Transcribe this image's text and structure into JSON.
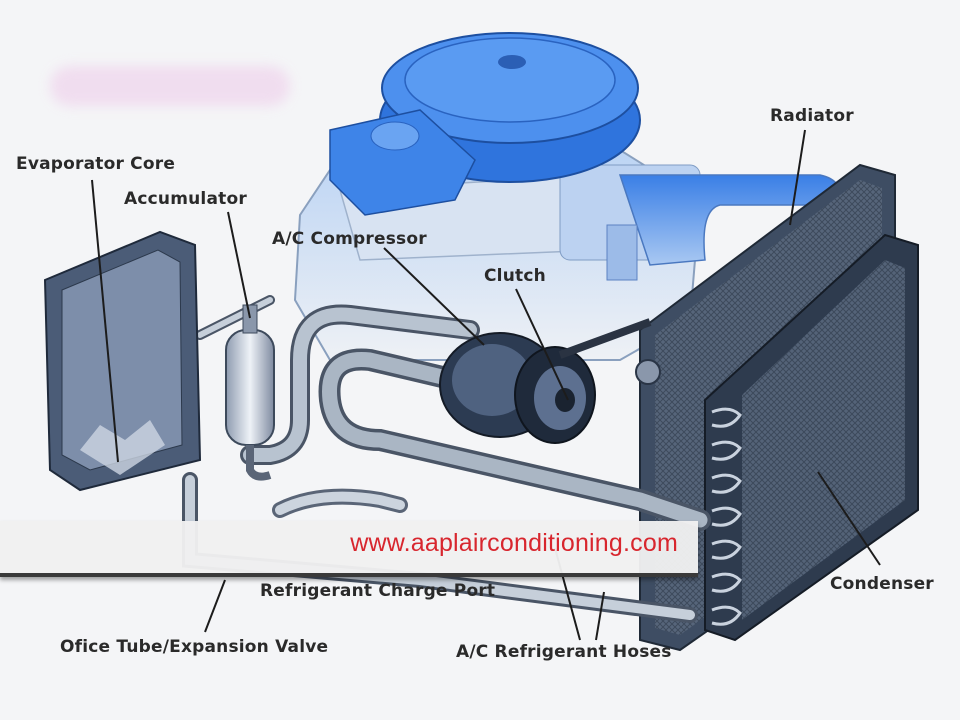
{
  "diagram": {
    "labels": {
      "evaporator_core": "Evaporator Core",
      "accumulator": "Accumulator",
      "ac_compressor": "A/C Compressor",
      "clutch": "Clutch",
      "radiator": "Radiator",
      "condenser": "Condenser",
      "refrigerant_charge_port": "Refrigerant Charge Port",
      "orifice_tube": "Ofice Tube/Expansion Valve",
      "refrigerant_hoses": "A/C Refrigerant Hoses"
    },
    "colors": {
      "engine_blue": "#3f86e8",
      "metal": "#5f6f84",
      "hose": "#9aa7b6",
      "background": "#f4f5f7",
      "watermark_text": "#d8262e"
    }
  },
  "watermark": {
    "url": "www.aaplairconditioning.com"
  }
}
